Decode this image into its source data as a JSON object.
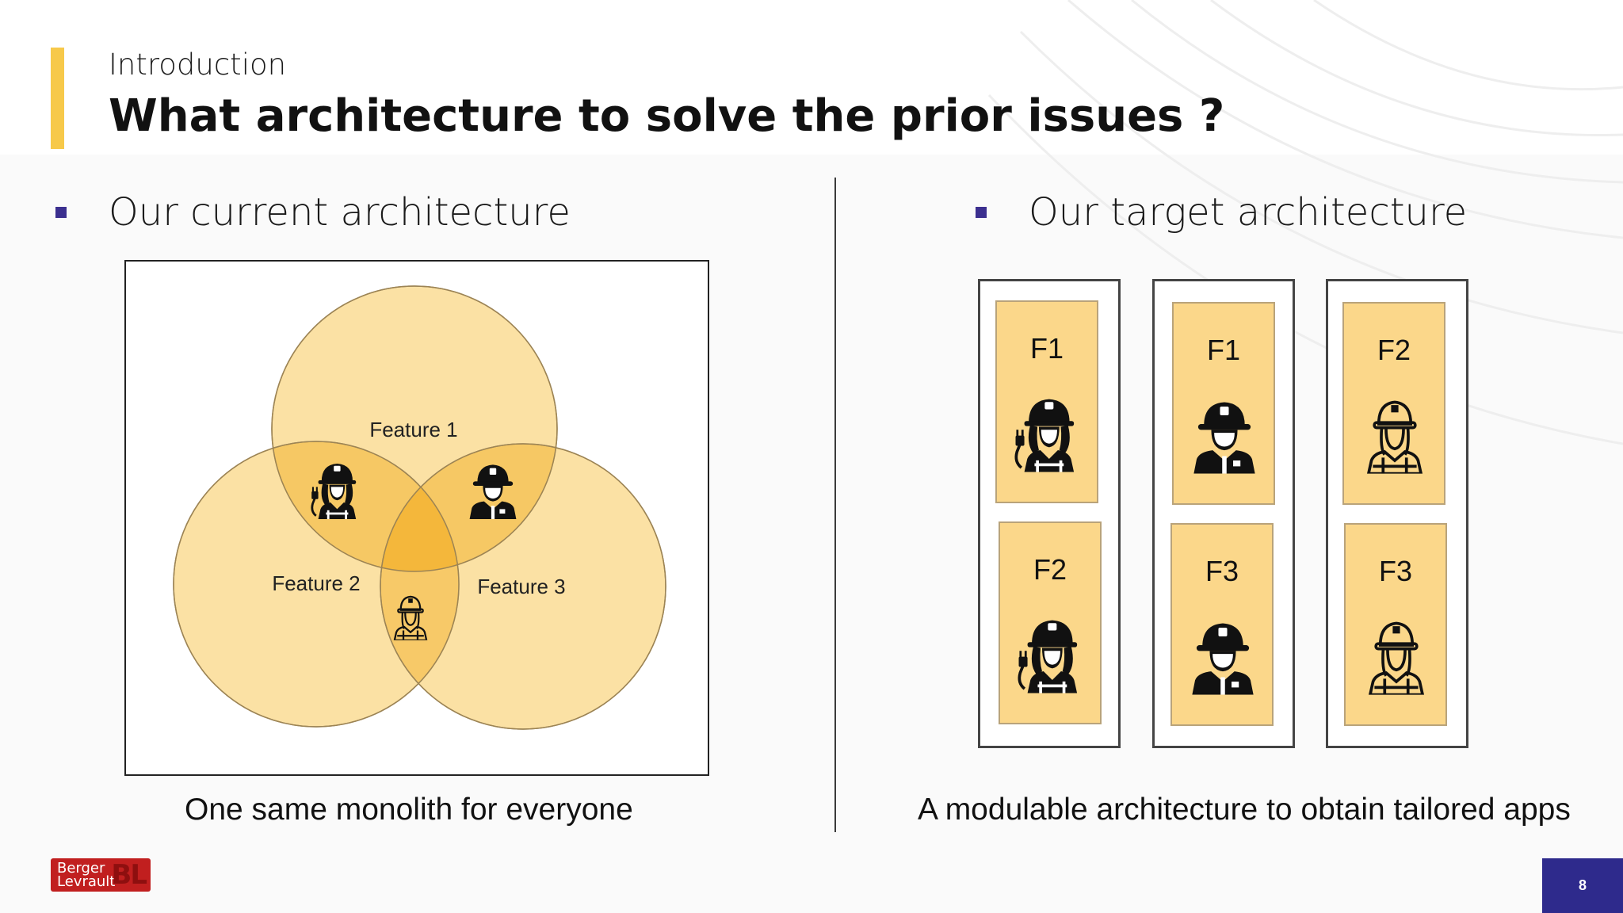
{
  "header": {
    "section": "Introduction",
    "title": "What architecture to solve the prior issues ?"
  },
  "left": {
    "bullet": "Our current architecture",
    "caption": "One same monolith for everyone",
    "venn": {
      "features": [
        "Feature 1",
        "Feature 2",
        "Feature 3"
      ],
      "icons": [
        "electrician-icon",
        "firefighter-icon",
        "construction-worker-icon"
      ]
    }
  },
  "right": {
    "bullet": "Our target architecture",
    "caption": "A modulable architecture to obtain tailored apps",
    "apps": [
      {
        "icon": "electrician-icon",
        "modules": [
          "F1",
          "F2"
        ]
      },
      {
        "icon": "firefighter-icon",
        "modules": [
          "F1",
          "F3"
        ]
      },
      {
        "icon": "construction-worker-icon",
        "modules": [
          "F2",
          "F3"
        ]
      }
    ]
  },
  "footer": {
    "logo_line1": "Berger",
    "logo_line2": "Levrault",
    "logo_mark": "BL",
    "page_number": "8"
  },
  "colors": {
    "accent_yellow": "#f7c94a",
    "feature_fill": "#fbd78a",
    "bullet_purple": "#3b2f8f",
    "page_badge": "#2e2a8c",
    "logo_red": "#c11f1f"
  }
}
